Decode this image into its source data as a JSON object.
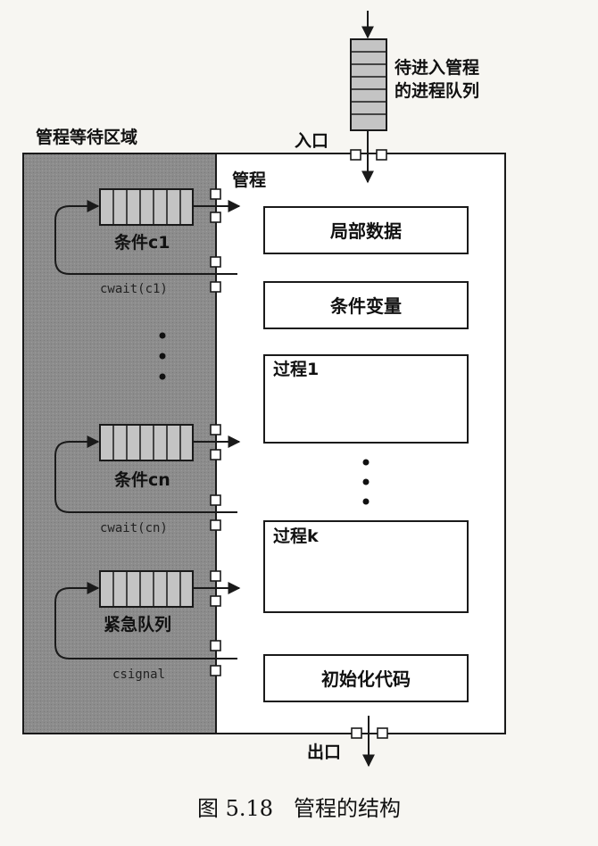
{
  "entry_queue_label_line1": "待进入管程",
  "entry_queue_label_line2": "的进程队列",
  "wait_area_label": "管程等待区域",
  "entrance_label": "入口",
  "monitor_label": "管程",
  "exit_label": "出口",
  "queues": [
    {
      "label": "条件c1",
      "op": "cwait(c1)"
    },
    {
      "label": "条件cn",
      "op": "cwait(cn)"
    },
    {
      "label": "紧急队列",
      "op": "csignal"
    }
  ],
  "components": {
    "local_data": "局部数据",
    "condition_variables": "条件变量",
    "procedure_1": "过程1",
    "procedure_k": "过程k",
    "init_code": "初始化代码"
  },
  "caption": "图 5.18   管程的结构",
  "colors": {
    "wait_area_fill": "#8c8c8c",
    "queue_fill": "#c4c4c4",
    "line": "#1a1a1a",
    "background": "#f7f6f2"
  }
}
